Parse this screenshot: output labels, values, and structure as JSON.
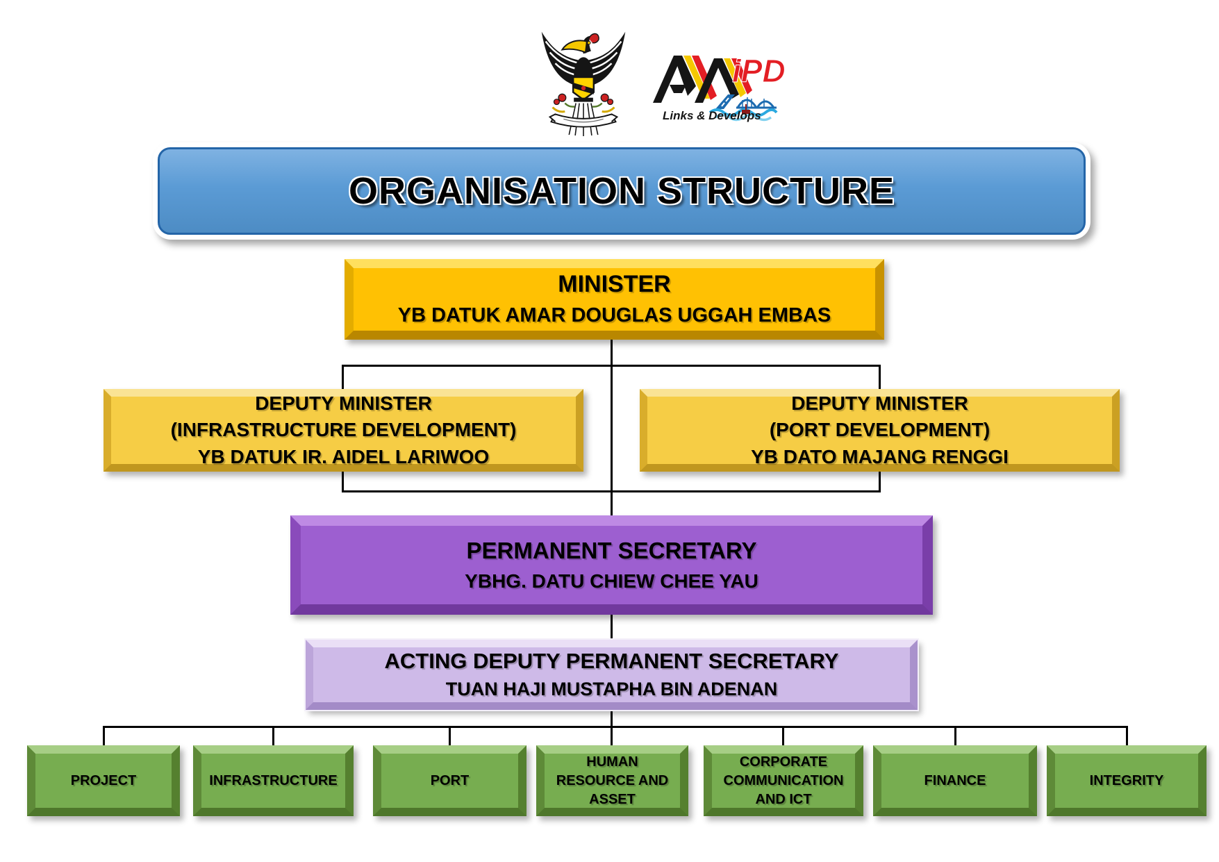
{
  "header": {
    "crest_name": "Sarawak state coat of arms",
    "mipd_logo": {
      "monogram": "M",
      "wordmark": "iPD",
      "tagline": "Links & Develops"
    }
  },
  "banner": {
    "title": "ORGANISATION STRUCTURE"
  },
  "org": {
    "minister": {
      "title": "MINISTER",
      "name": "YB DATUK AMAR DOUGLAS UGGAH EMBAS"
    },
    "deputies": [
      {
        "title": "DEPUTY MINISTER",
        "portfolio": "(INFRASTRUCTURE DEVELOPMENT)",
        "name": "YB DATUK IR. AIDEL LARIWOO"
      },
      {
        "title": "DEPUTY MINISTER",
        "portfolio": "(PORT DEVELOPMENT)",
        "name": "YB DATO MAJANG RENGGI"
      }
    ],
    "permanent_secretary": {
      "title": "PERMANENT SECRETARY",
      "name": "YBHG. DATU CHIEW CHEE YAU"
    },
    "deputy_permanent_secretary": {
      "title": "ACTING DEPUTY PERMANENT SECRETARY",
      "name": "TUAN HAJI MUSTAPHA BIN ADENAN"
    },
    "divisions": [
      "PROJECT",
      "INFRASTRUCTURE",
      "PORT",
      "HUMAN\nRESOURCE AND\nASSET",
      "CORPORATE\nCOMMUNICATION\nAND ICT",
      "FINANCE",
      "INTEGRITY"
    ]
  },
  "colors": {
    "banner_blue": "#5B9BD5",
    "banner_border_blue": "#2465A8",
    "minister_gold": "#FFC103",
    "deputy_yellow": "#F6CD45",
    "permanent_secretary_purple": "#9D5FD0",
    "deputy_permanent_secretary_lavender": "#CEBAE8",
    "division_green": "#77AD50",
    "connector_black": "#000000",
    "logo_red": "#E31E24",
    "logo_yellow": "#F5C800",
    "logo_wave_blue": "#2AA9E0"
  }
}
